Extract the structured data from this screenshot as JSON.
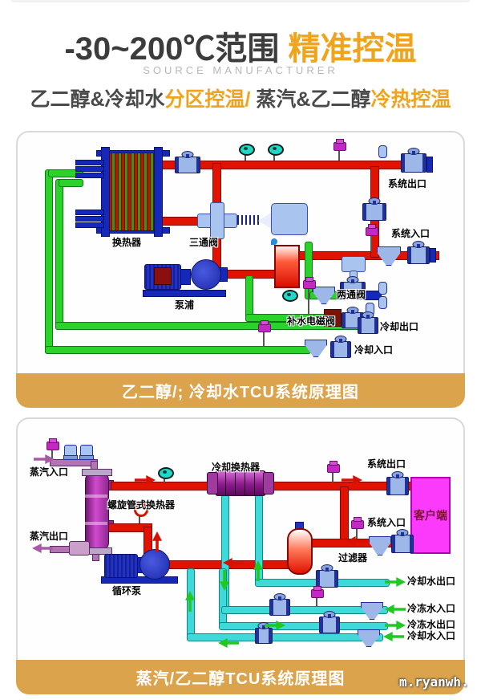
{
  "header": {
    "title_range": "-30~200℃范围",
    "title_accent": "精准控温",
    "subtitle": "SOURCE MANUFACTURER",
    "tagline": {
      "p1": "乙二醇&冷却水",
      "p2": "分区控温/",
      "p3": " 蒸汽&乙二醇",
      "p4": "冷热控温"
    }
  },
  "diagram1": {
    "caption": "乙二醇/; 冷却水TCU系统原理图",
    "labels": {
      "hx": "换热器",
      "three_way": "三通阀",
      "pump": "泵浦",
      "sys_out": "系统出口",
      "sys_in": "系统入口",
      "two_way": "两通阀",
      "makeup": "补水电磁阀",
      "cool_out": "冷却出口",
      "cool_in": "冷却入口"
    }
  },
  "diagram2": {
    "caption": "蒸汽/乙二醇TCU系统原理图",
    "labels": {
      "steam_in": "蒸汽入口",
      "spiral_hx": "螺旋管式换热器",
      "steam_out": "蒸汽出口",
      "pump": "循环泵",
      "cool_hx": "冷却换热器",
      "sys_out": "系统出口",
      "sys_in": "系统入口",
      "client": "客户端",
      "filter": "过滤器",
      "cw_out": "冷却水出口",
      "chw_in": "冷冻水入口",
      "chw_out": "冷冻水出口",
      "cw_in": "冷却水入口"
    }
  },
  "watermark": {
    "text": "m.ryanwh."
  },
  "colors": {
    "accent_orange": "#f0a41c",
    "caption_bar": "#dba44c",
    "pipe_red": "#e01200",
    "pipe_green": "#2ad22a",
    "pipe_cyan": "#3fd9d9",
    "pipe_steam_purple": "#b275b2",
    "equipment_blue": "#2030c8",
    "valve_blue": "#9db8e8",
    "sensor_magenta": "#c428c4",
    "client_magenta": "#fb3afb",
    "gauge_teal": "#1fd8c8"
  }
}
